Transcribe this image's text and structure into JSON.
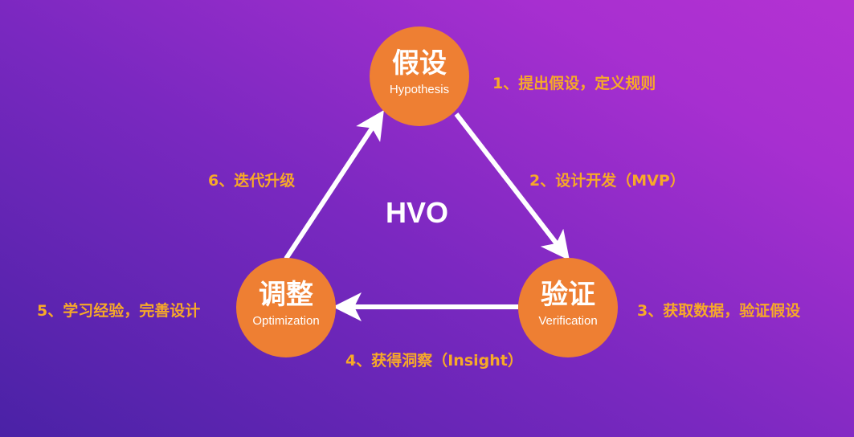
{
  "center_label": "HVO",
  "nodes": {
    "hypothesis": {
      "zh": "假设",
      "en": "Hypothesis"
    },
    "verification": {
      "zh": "验证",
      "en": "Verification"
    },
    "optimization": {
      "zh": "调整",
      "en": "Optimization"
    }
  },
  "steps": [
    "1、提出假设，定义规则",
    "2、设计开发（MVP）",
    "3、获取数据，验证假设",
    "4、获得洞察（Insight）",
    "5、学习经验，完善设计",
    "6、迭代升级"
  ],
  "colors": {
    "node": "#ee7f33",
    "step_text": "#f7a928",
    "arrow": "#ffffff"
  }
}
